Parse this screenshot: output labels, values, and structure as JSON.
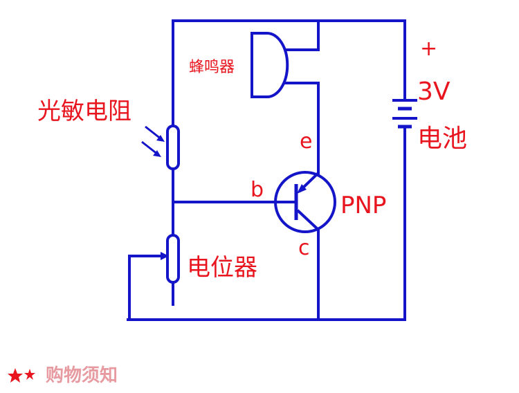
{
  "diagram": {
    "labels": {
      "photoresistor": "光敏电阻",
      "buzzer": "蜂鸣器",
      "potentiometer": "电位器",
      "transistor_type": "PNP",
      "emitter": "e",
      "base": "b",
      "collector": "c",
      "battery_plus": "+",
      "battery_voltage": "3V",
      "battery": "电池"
    },
    "colors": {
      "wire": "#1414c8",
      "label": "#e8141e",
      "notice": "#e79aa0"
    }
  },
  "footer": {
    "stars_icon": "two-stars-icon",
    "notice": "购物须知"
  }
}
